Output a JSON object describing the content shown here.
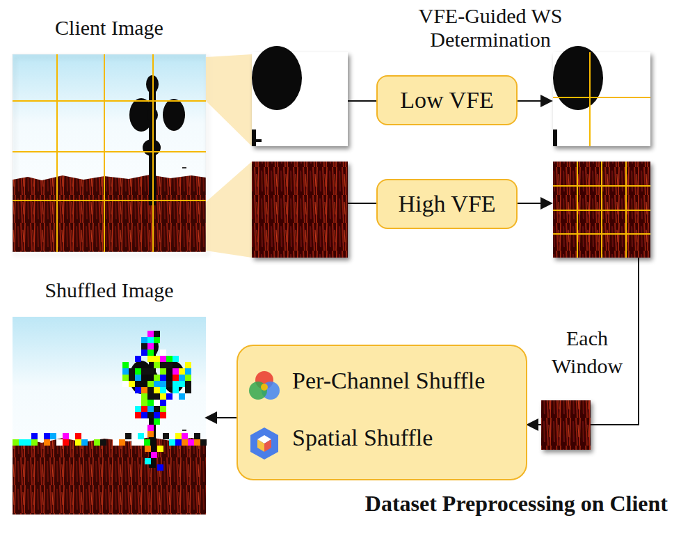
{
  "diagram": {
    "nodes": [
      {
        "text": [
          "Client Image"
        ]
      },
      {
        "text": [
          "Low VFE"
        ]
      },
      {
        "text": [
          "High VFE"
        ]
      },
      {
        "text": [
          "Each Window"
        ]
      },
      {
        "text": [
          "Per-Channel Shuffle",
          "Spatial Shuffle"
        ]
      },
      {
        "text": [
          "Shuffled Image"
        ]
      }
    ],
    "edges": [
      {
        "from": 3,
        "to": 4,
        "arrow": "to"
      },
      {
        "from": 4,
        "to": 5,
        "arrow": "to"
      }
    ],
    "labels": [
      "VFE-Guided WS Determination",
      "Dataset Preprocessing on Client"
    ]
  }
}
